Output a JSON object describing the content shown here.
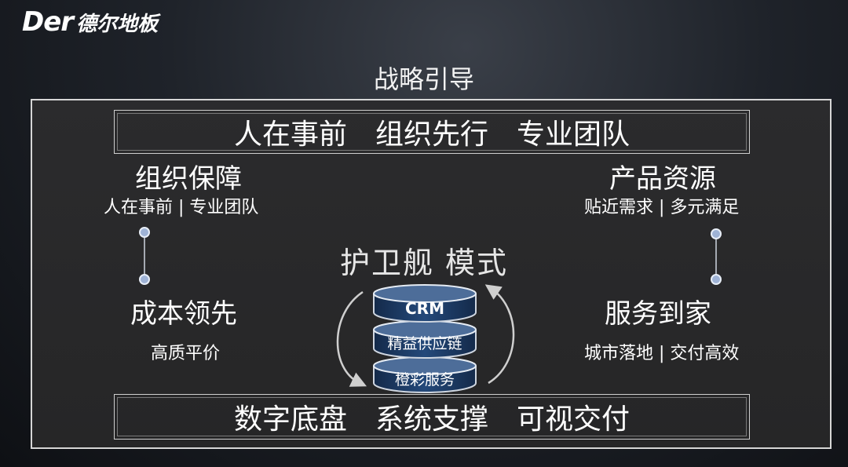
{
  "logo": {
    "mark": "Der",
    "name": "德尔地板"
  },
  "page_title": "战略引导",
  "top_banner": "人在事前　组织先行　专业团队",
  "bottom_banner": "数字底盘　系统支撑　可视交付",
  "center_title": "护卫舰 模式",
  "pillars": {
    "top_left": {
      "title": "组织保障",
      "subtitle": "人在事前 | 专业团队"
    },
    "top_right": {
      "title": "产品资源",
      "subtitle": "贴近需求 | 多元满足"
    },
    "bottom_left": {
      "title": "成本领先",
      "subtitle": "高质平价"
    },
    "bottom_right": {
      "title": "服务到家",
      "subtitle": "城市落地 | 交付高效"
    }
  },
  "stack_layers": [
    "CRM",
    "精益供应链",
    "橙彩服务"
  ],
  "colors": {
    "accent_dot": "#9fb3d6",
    "layer_fill": "#1c3a63",
    "layer_top": "#4d6d99"
  }
}
